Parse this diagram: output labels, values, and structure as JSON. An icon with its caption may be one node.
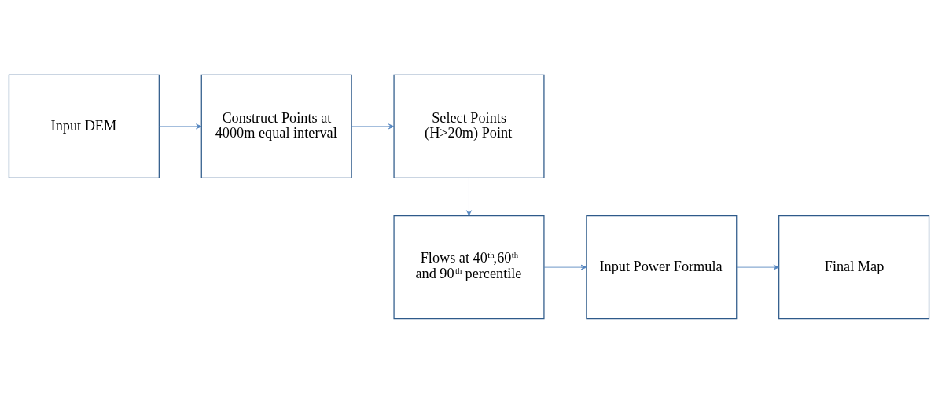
{
  "diagram": {
    "nodes": [
      {
        "text": [
          "Input DEM"
        ]
      },
      {
        "text": [
          "Construct Points at 4000m equal interval"
        ]
      },
      {
        "text": [
          "Select Points (H>20m) Point"
        ]
      },
      {
        "text": [
          "Flows at 40$^{th}$,60$^{th}$ and 90$^{th}$ percentile"
        ]
      },
      {
        "text": [
          "Input Power Formula"
        ]
      },
      {
        "text": [
          "Final Map"
        ]
      }
    ],
    "edges": [
      {
        "from": 0,
        "to": 1,
        "arrow": "to"
      },
      {
        "from": 1,
        "to": 2,
        "arrow": "to"
      },
      {
        "from": 2,
        "to": 3,
        "arrow": "to"
      },
      {
        "from": 3,
        "to": 4,
        "arrow": "to"
      },
      {
        "from": 4,
        "to": 5,
        "arrow": "to"
      }
    ]
  }
}
